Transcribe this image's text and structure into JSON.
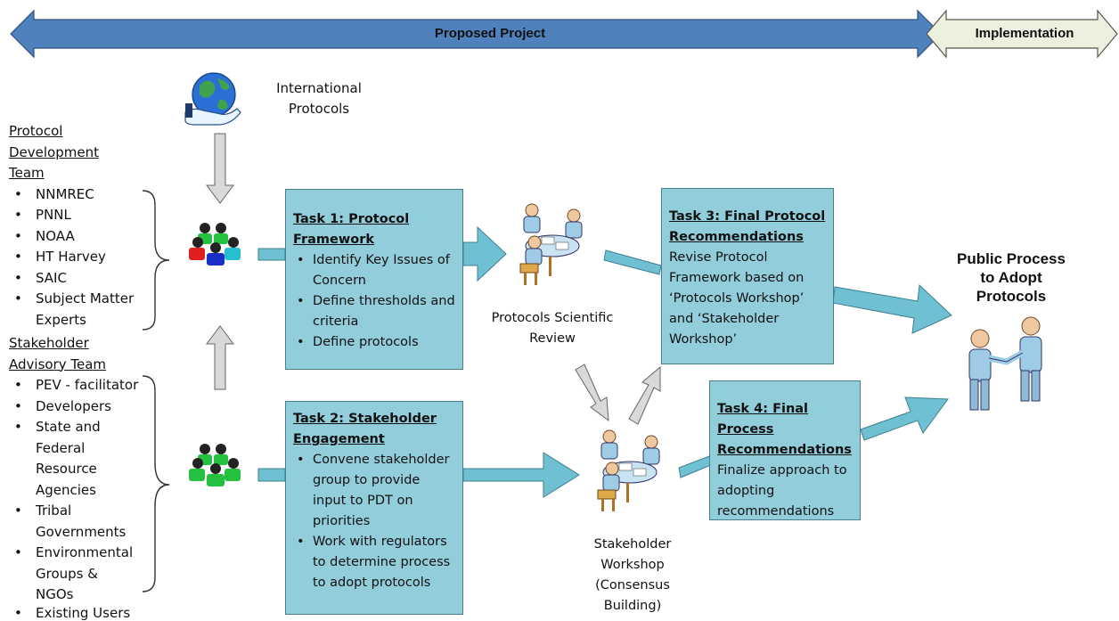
{
  "banner": {
    "proposed": "Proposed Project",
    "implementation": "Implementation",
    "proposed_color": "#4f81bd",
    "implementation_color": "#ebf1de"
  },
  "international": {
    "label_line1": "International",
    "label_line2": "Protocols",
    "icon": "globe-hand-icon"
  },
  "pdt": {
    "heading": [
      "Protocol",
      "Development",
      "Team"
    ],
    "members": [
      "NNMREC",
      "PNNL",
      "NOAA",
      "HT Harvey",
      "SAIC",
      "Subject Matter",
      "Experts"
    ]
  },
  "sat": {
    "heading": [
      "Stakeholder",
      "Advisory Team"
    ],
    "members": [
      "PEV - facilitator",
      "Developers",
      "State and",
      "Federal",
      "Resource",
      "Agencies",
      "Tribal",
      "Governments",
      "Environmental",
      "Groups &",
      "NGOs",
      "Existing Users"
    ]
  },
  "task1": {
    "title_line1": "Task 1: Protocol",
    "title_line2": "Framework",
    "bullets": [
      "Identify Key Issues of Concern",
      "Define thresholds and criteria",
      "Define protocols"
    ]
  },
  "task2": {
    "title_line1": "Task 2: Stakeholder",
    "title_line2": "Engagement",
    "bullets": [
      "Convene stakeholder group to provide input to PDT on priorities",
      "Work with regulators to determine process to adopt protocols"
    ]
  },
  "task3": {
    "title_line1": "Task 3: Final Protocol",
    "title_line2": "Recommendations",
    "body": "Revise Protocol Framework based on ‘Protocols Workshop’ and ‘Stakeholder Workshop’"
  },
  "task4": {
    "title_line1": "Task 4: Final Process",
    "title_line2": "Recommendations",
    "body": "Finalize approach to adopting recommendations"
  },
  "review": {
    "line1": "Protocols Scientific",
    "line2": "Review"
  },
  "workshop": {
    "line1": "Stakeholder",
    "line2": "Workshop",
    "line3": "(Consensus",
    "line4": "Building)"
  },
  "public": {
    "line1": "Public Process",
    "line2": "to Adopt",
    "line3": "Protocols"
  },
  "colors": {
    "task_fill": "#92cddc",
    "arrow_fill": "#6fc0d3",
    "gray_arrow": "#d9d9d9"
  }
}
